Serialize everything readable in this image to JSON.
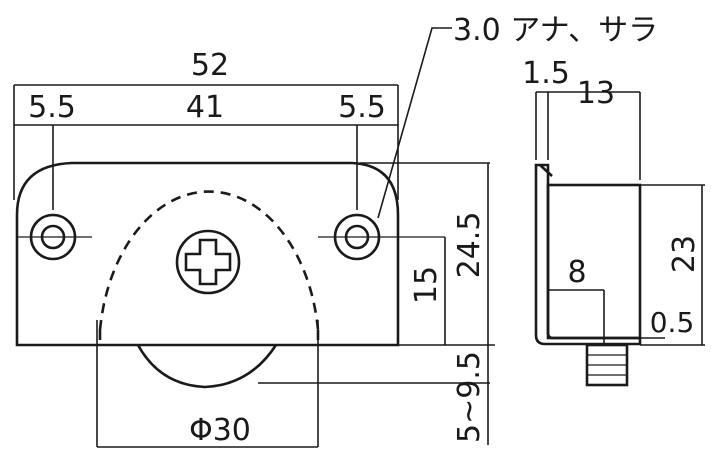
{
  "labels": {
    "hole_note": "3.0 アナ、サラ",
    "overall_width": "52",
    "left_offset": "5.5",
    "hole_pitch": "41",
    "right_offset": "5.5",
    "wheel_diameter": "Φ30",
    "side_thickness": "1.5",
    "side_depth": "13",
    "side_height": "23",
    "axle_height": "15",
    "body_height": "24.5",
    "protrusion": "5~9.5",
    "pin_width": "8",
    "pin_offset": "0.5"
  }
}
